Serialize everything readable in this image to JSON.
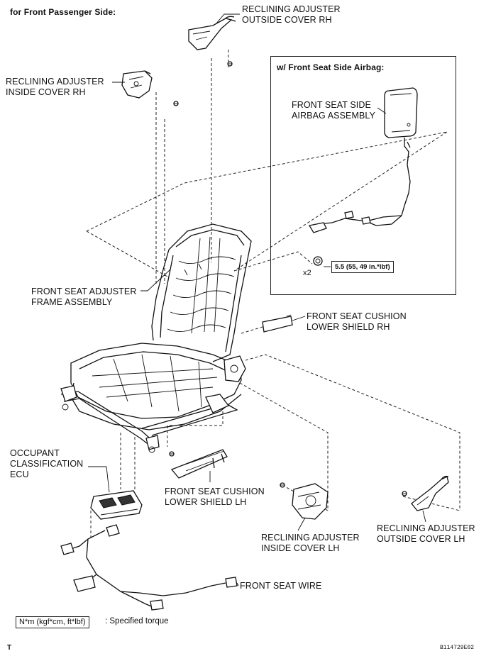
{
  "header": {
    "title": "for Front Passenger Side:"
  },
  "inset": {
    "title": "w/ Front Seat Side Airbag:"
  },
  "parts": {
    "reclining_outside_rh": [
      "RECLINING ADJUSTER",
      "OUTSIDE COVER RH"
    ],
    "reclining_inside_rh": [
      "RECLINING ADJUSTER",
      "INSIDE COVER RH"
    ],
    "airbag_assembly": [
      "FRONT SEAT SIDE",
      "AIRBAG ASSEMBLY"
    ],
    "frame_assembly": [
      "FRONT SEAT ADJUSTER",
      "FRAME ASSEMBLY"
    ],
    "cushion_shield_rh": [
      "FRONT SEAT CUSHION",
      "LOWER SHIELD RH"
    ],
    "occupant_ecu": [
      "OCCUPANT",
      "CLASSIFICATION",
      "ECU"
    ],
    "cushion_shield_lh": [
      "FRONT SEAT CUSHION",
      "LOWER SHIELD LH"
    ],
    "reclining_inside_lh": [
      "RECLINING ADJUSTER",
      "INSIDE COVER LH"
    ],
    "reclining_outside_lh": [
      "RECLINING ADJUSTER",
      "OUTSIDE COVER LH"
    ],
    "seat_wire": "FRONT SEAT WIRE"
  },
  "torque": {
    "value": "5.5 (55, 49 in.*lbf)",
    "qty": "x2"
  },
  "legend": {
    "units": "N*m (kgf*cm, ft*lbf)",
    "text": ": Specified torque"
  },
  "footer": {
    "left_mark": "T",
    "figure_code": "B114729E02"
  }
}
